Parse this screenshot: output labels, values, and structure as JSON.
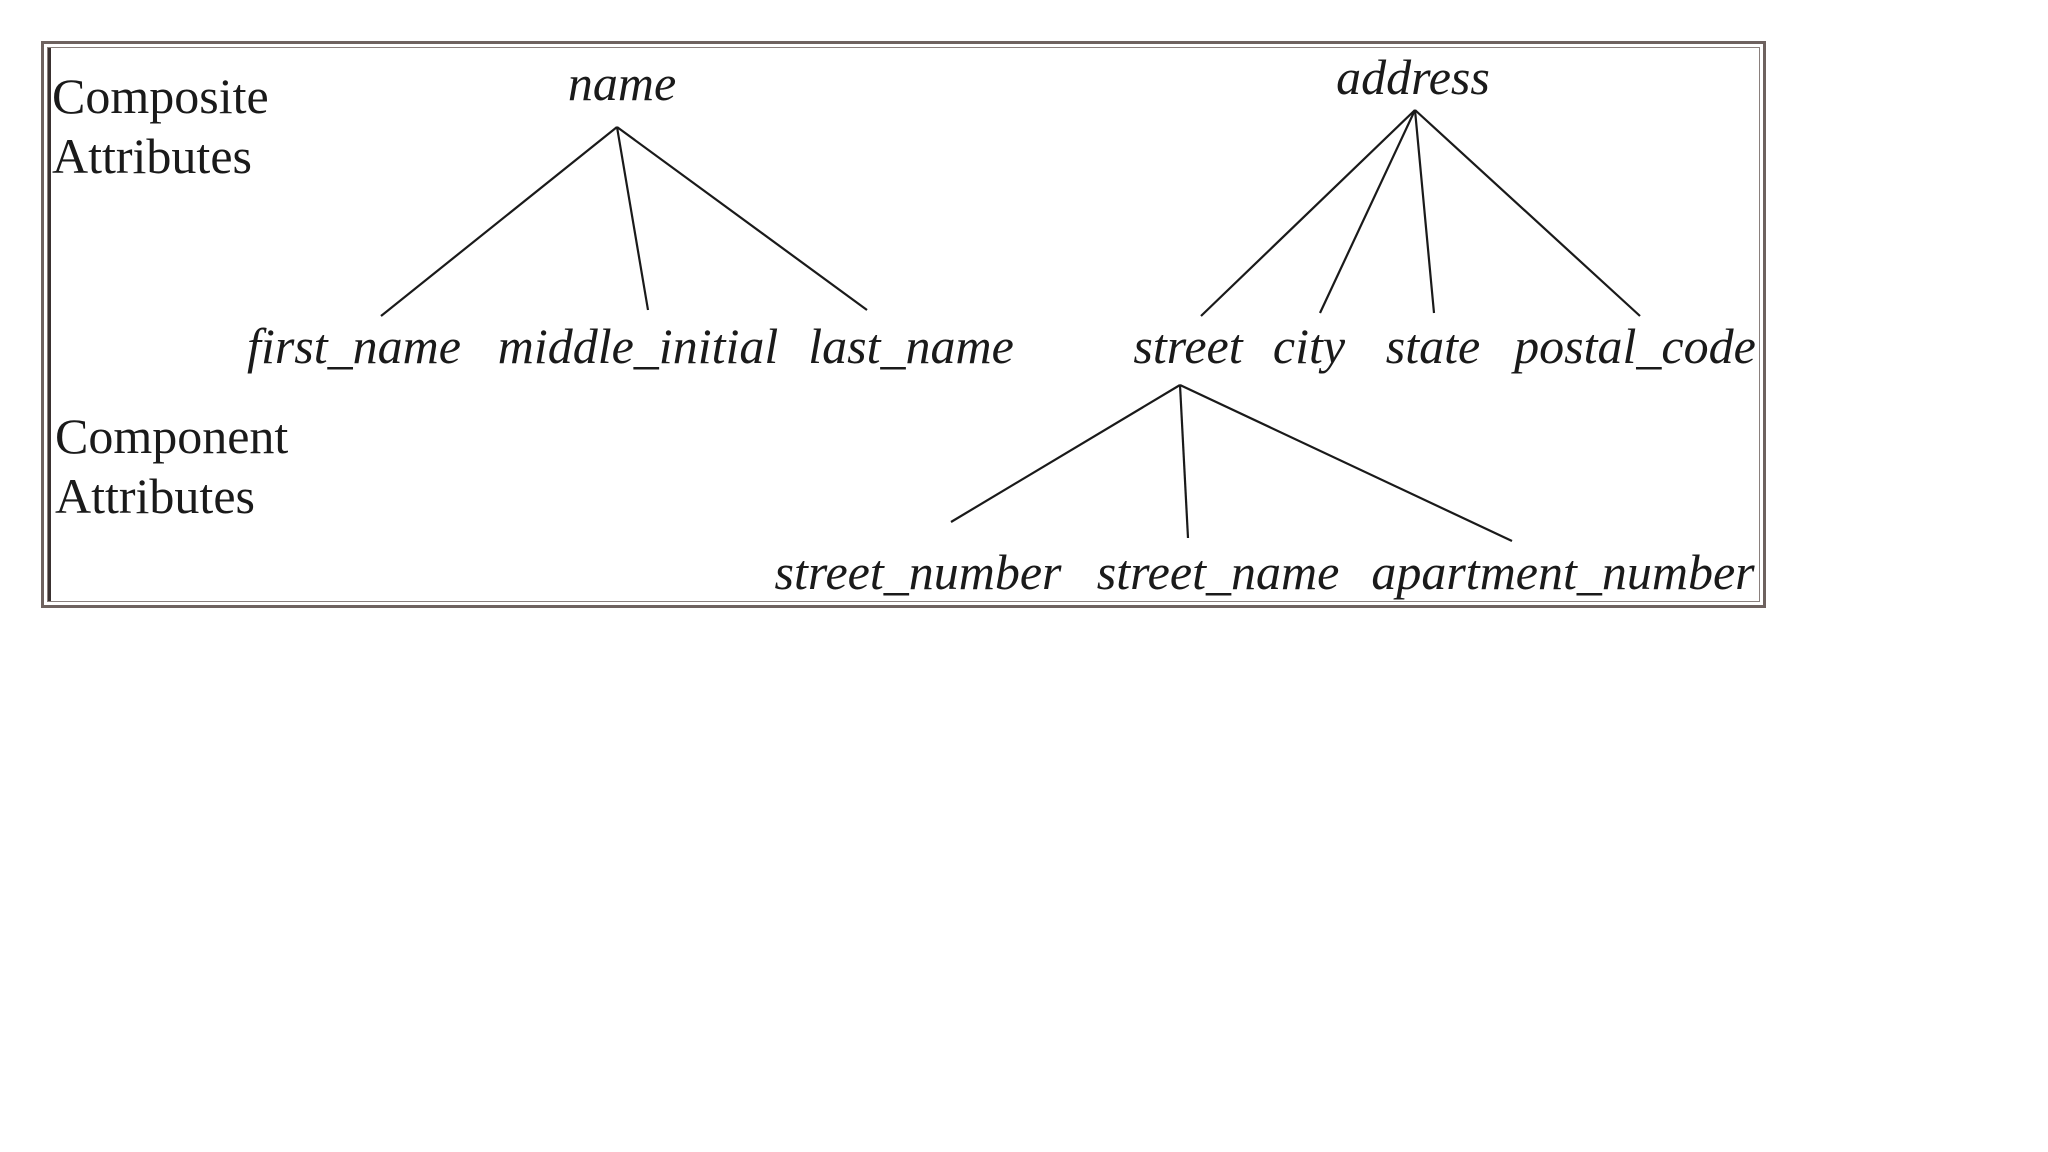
{
  "labels": {
    "composite_line1": "Composite",
    "composite_line2": "Attributes",
    "component_line1": "Component",
    "component_line2": "Attributes"
  },
  "nodes": {
    "name": "name",
    "first_name": "first_name",
    "middle_initial": "middle_initial",
    "last_name": "last_name",
    "address": "address",
    "street": "street",
    "city": "city",
    "state": "state",
    "postal_code": "postal_code",
    "street_number": "street_number",
    "street_name": "street_name",
    "apartment_number": "apartment_number"
  },
  "edges": [
    [
      "name",
      "first_name"
    ],
    [
      "name",
      "middle_initial"
    ],
    [
      "name",
      "last_name"
    ],
    [
      "address",
      "street"
    ],
    [
      "address",
      "city"
    ],
    [
      "address",
      "state"
    ],
    [
      "address",
      "postal_code"
    ],
    [
      "street",
      "street_number"
    ],
    [
      "street",
      "street_name"
    ],
    [
      "street",
      "apartment_number"
    ]
  ]
}
